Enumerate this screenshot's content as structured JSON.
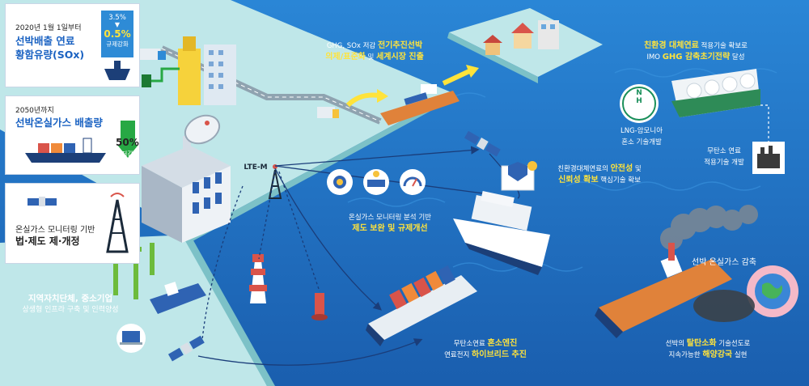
{
  "panel1": {
    "line1": "2020년 1월 1일부터",
    "line2": "선박배출 연료",
    "line3": "황함유량(SOx)",
    "from_value": "3.5%",
    "to_value": "0.5%",
    "tag": "규제강화"
  },
  "panel2": {
    "line1": "2050년까지",
    "line2": "선박온실가스 배출량",
    "value": "50%",
    "tag": "저감"
  },
  "panel3": {
    "line1": "온실가스 모니터링 기반",
    "line2": "법·제도 제·개정"
  },
  "local": {
    "line1": "지역자치단체, 중소기업",
    "line2": "상생형 인프라 구축 및 인력양성"
  },
  "ghg_sox": {
    "pre": "GHG, SOx 저감 ",
    "hl1": "전기추진선박",
    "hl2": "의제/표준화",
    "mid": " 및 ",
    "hl3": "세계시장 진출"
  },
  "imo": {
    "hl1": "친환경 대체연료",
    "mid1": " 적용기술 확보로",
    "pre2": "IMO ",
    "hl2": "GHG 감축초기전략",
    "post2": " 달성"
  },
  "lng": {
    "line1": "LNG-암모니아",
    "line2": "혼소 기술개발",
    "molecule_n": "N",
    "molecule_h": "H"
  },
  "carbonfree": {
    "line1": "무탄소 연료",
    "line2": "적용기술 개발"
  },
  "safety": {
    "pre1": "친환경대체연료의 ",
    "hl1": "안전성",
    "post1": " 및",
    "hl2": "신뢰성 확보",
    "post2": " 핵심기술 확보"
  },
  "lte": {
    "label": "LTE-M"
  },
  "monitor": {
    "line1": "온실가스 모니터링 분석 기반",
    "hl": "제도 보완 및 규제개선"
  },
  "hybrid": {
    "pre1": "무탄소연료 ",
    "hl1": "혼소엔진",
    "pre2": "연료전지 ",
    "hl2": "하이브리드 추진"
  },
  "reduce": {
    "label": "선박 온실가스 감축"
  },
  "decarb": {
    "pre1": "선박의 ",
    "hl1": "탈탄소화",
    "post1": " 기술선도로",
    "pre2": "지속가능한 ",
    "hl2": "해양강국",
    "post2": " 실현"
  },
  "icons": [
    "ship-icon",
    "satellite-icon",
    "lighthouse-icon",
    "buoy-icon",
    "radar-dish-icon",
    "lte-tower-icon",
    "shield-icon",
    "gauge-icon",
    "factory-icon",
    "earth-icon"
  ],
  "colors": {
    "sea": "#1f6fc0",
    "land": "#b9e6e8",
    "highlight": "#ffe33b",
    "accent_blue": "#1a62c2",
    "arrow_green": "#27a844"
  }
}
